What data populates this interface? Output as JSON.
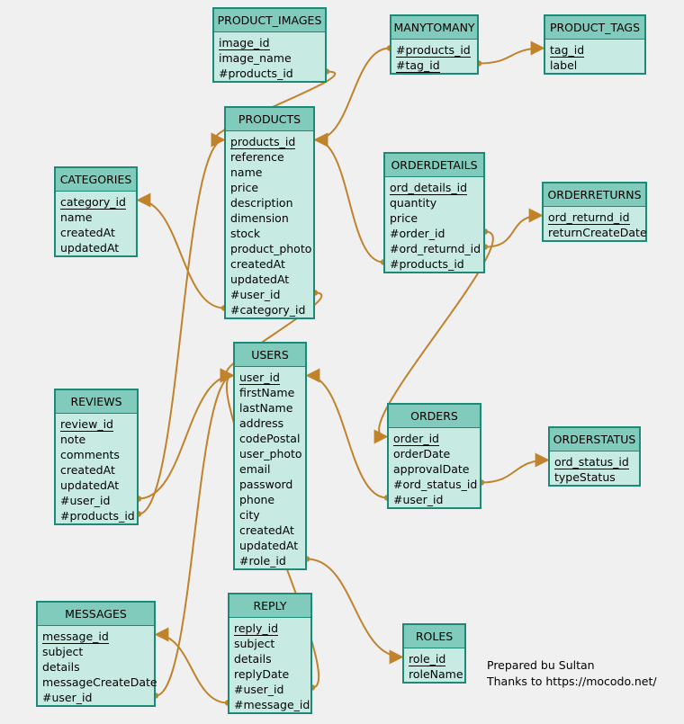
{
  "colors": {
    "link": "#c0832c",
    "header": "#80cbbb",
    "body": "#c7ebe3",
    "border": "#1d8a78"
  },
  "entities": {
    "product_images": {
      "title": "PRODUCT_IMAGES",
      "attrs": [
        "image_id",
        "image_name",
        "#products_id"
      ],
      "pk": [
        0
      ]
    },
    "manytomany": {
      "title": "MANYTOMANY",
      "attrs": [
        "#products_id",
        "#tag_id"
      ],
      "pk": [
        0,
        1
      ]
    },
    "product_tags": {
      "title": "PRODUCT_TAGS",
      "attrs": [
        "tag_id",
        "label"
      ],
      "pk": [
        0
      ]
    },
    "products": {
      "title": "PRODUCTS",
      "attrs": [
        "products_id",
        "reference",
        "name",
        "price",
        "description",
        "dimension",
        "stock",
        "product_photo",
        "createdAt",
        "updatedAt",
        "#user_id",
        "#category_id"
      ],
      "pk": [
        0
      ]
    },
    "categories": {
      "title": "CATEGORIES",
      "attrs": [
        "category_id",
        "name",
        "createdAt",
        "updatedAt"
      ],
      "pk": [
        0
      ]
    },
    "orderdetails": {
      "title": "ORDERDETAILS",
      "attrs": [
        "ord_details_id",
        "quantity",
        "price",
        "#order_id",
        "#ord_returnd_id",
        "#products_id"
      ],
      "pk": [
        0
      ]
    },
    "orderreturns": {
      "title": "ORDERRETURNS",
      "attrs": [
        "ord_returnd_id",
        "returnCreateDate"
      ],
      "pk": [
        0
      ]
    },
    "users": {
      "title": "USERS",
      "attrs": [
        "user_id",
        "firstName",
        "lastName",
        "address",
        "codePostal",
        "user_photo",
        "email",
        "password",
        "phone",
        "city",
        "createdAt",
        "updatedAt",
        "#role_id"
      ],
      "pk": [
        0
      ]
    },
    "reviews": {
      "title": "REVIEWS",
      "attrs": [
        "review_id",
        "note",
        "comments",
        "createdAt",
        "updatedAt",
        "#user_id",
        "#products_id"
      ],
      "pk": [
        0
      ]
    },
    "orders": {
      "title": "ORDERS",
      "attrs": [
        "order_id",
        "orderDate",
        "approvalDate",
        "#ord_status_id",
        "#user_id"
      ],
      "pk": [
        0
      ]
    },
    "orderstatus": {
      "title": "ORDERSTATUS",
      "attrs": [
        "ord_status_id",
        "typeStatus"
      ],
      "pk": [
        0
      ]
    },
    "messages": {
      "title": "MESSAGES",
      "attrs": [
        "message_id",
        "subject",
        "details",
        "messageCreateDate",
        "#user_id"
      ],
      "pk": [
        0
      ]
    },
    "reply": {
      "title": "REPLY",
      "attrs": [
        "reply_id",
        "subject",
        "details",
        "replyDate",
        "#user_id",
        "#message_id"
      ],
      "pk": [
        0
      ]
    },
    "roles": {
      "title": "ROLES",
      "attrs": [
        "role_id",
        "roleName"
      ],
      "pk": [
        0
      ]
    }
  },
  "links": [
    {
      "from": [
        "product_images",
        2
      ],
      "to": [
        "products",
        0
      ]
    },
    {
      "from": [
        "manytomany",
        0
      ],
      "to": [
        "products",
        0
      ]
    },
    {
      "from": [
        "manytomany",
        1
      ],
      "to": [
        "product_tags",
        0
      ]
    },
    {
      "from": [
        "products",
        11
      ],
      "to": [
        "categories",
        0
      ]
    },
    {
      "from": [
        "products",
        10
      ],
      "to": [
        "users",
        0
      ]
    },
    {
      "from": [
        "orderdetails",
        5
      ],
      "to": [
        "products",
        0
      ]
    },
    {
      "from": [
        "orderdetails",
        4
      ],
      "to": [
        "orderreturns",
        0
      ]
    },
    {
      "from": [
        "orderdetails",
        3
      ],
      "to": [
        "orders",
        0
      ]
    },
    {
      "from": [
        "reviews",
        6
      ],
      "to": [
        "products",
        0
      ]
    },
    {
      "from": [
        "reviews",
        5
      ],
      "to": [
        "users",
        0
      ]
    },
    {
      "from": [
        "orders",
        3
      ],
      "to": [
        "orderstatus",
        0
      ]
    },
    {
      "from": [
        "orders",
        4
      ],
      "to": [
        "users",
        0
      ]
    },
    {
      "from": [
        "users",
        12
      ],
      "to": [
        "roles",
        0
      ]
    },
    {
      "from": [
        "messages",
        4
      ],
      "to": [
        "users",
        0
      ]
    },
    {
      "from": [
        "reply",
        4
      ],
      "to": [
        "users",
        0
      ]
    },
    {
      "from": [
        "reply",
        5
      ],
      "to": [
        "messages",
        0
      ]
    }
  ],
  "note": {
    "line1": "Prepared bu Sultan",
    "line2": "Thanks to https://mocodo.net/"
  }
}
